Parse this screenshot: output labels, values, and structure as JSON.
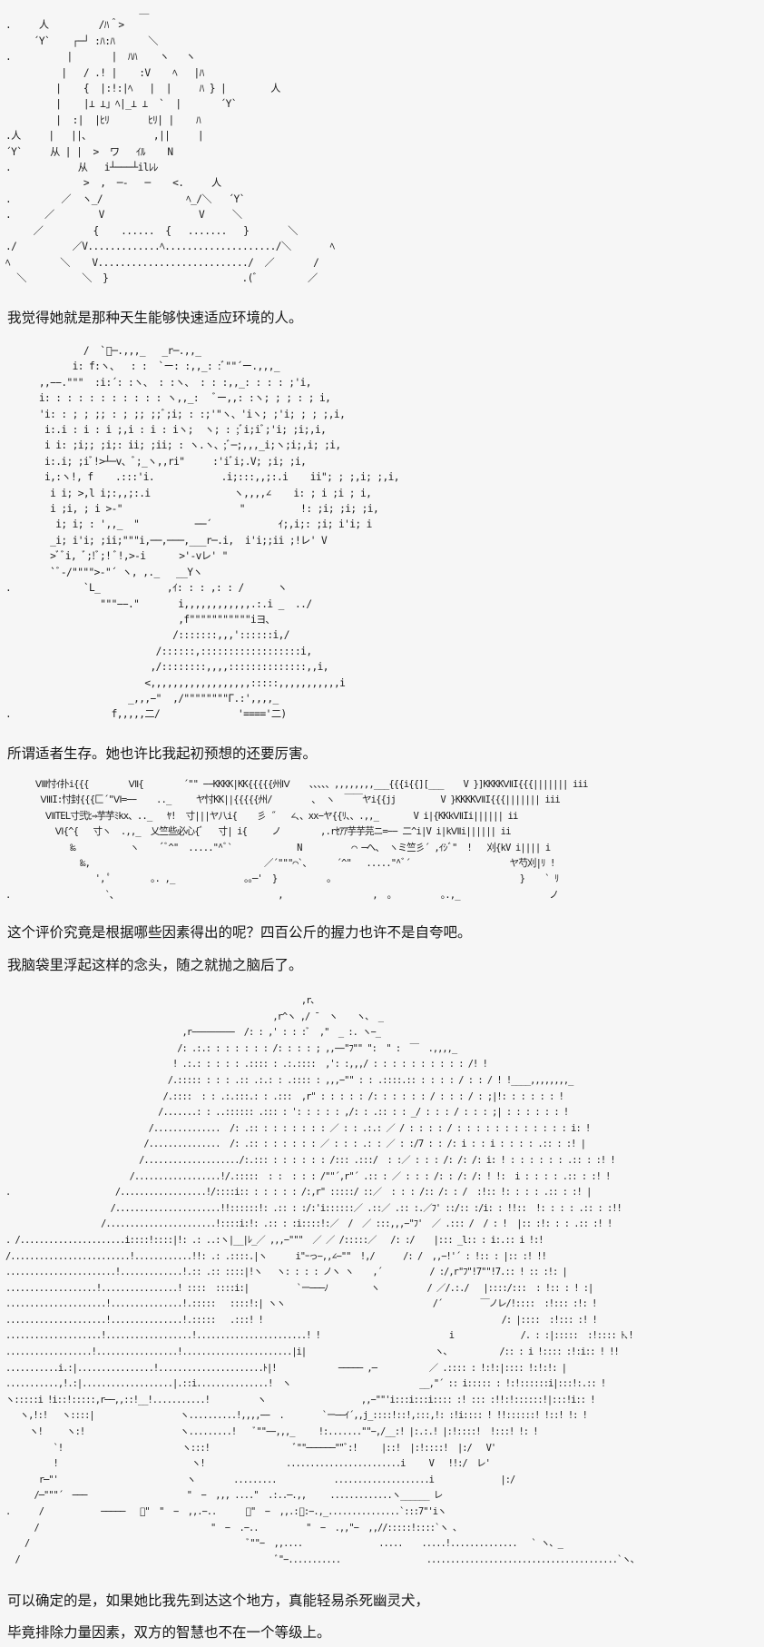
{
  "art_blocks": [
    {
      "id": "art-girl-cheer",
      "lines": [
        "                        ＿",
        ".     人         /ﾊ＾>",
        "     ´Y`    ┌─┘ :ﾊ:ﾊ      ＼",
        ".          |       |  ﾊﾊ    ヽ   ヽ",
        "          |   / .! |    :V    ﾍ   |ﾊ",
        "         |    {  |:!:|ﾍ   |  |     ﾊ } |        人",
        "         |    |⊥ ⊥」ﾍ|_⊥ ⊥  `  |       ´Y`",
        "         |  :|  |ﾋﾘ       ﾋﾘ| |    ﾊ",
        ".人     |   ||､            ,||     |",
        "´Y`     从 | |  >  ワ   ｲﾙ    N",
        ".            从   i┴───┴ilﾚﾚ",
        "              >  ,  ─‐   ─    <.     人",
        ".         ／  ヽ_/               ﾍ_/＼   ´Y`",
        ".      ／        V                 V     ＼",
        "     ／         {    ......  {   .......   }       ＼",
        "./          ／V.............ﾍ..................../＼       ﾍ",
        "ﾍ         ＼    V.........................../  ／       /",
        "  ＼          ＼  }                        .(ﾞ         ／"
      ]
    },
    {
      "id": "art-girl-standing",
      "lines": [
        "              /  `ﾞ─.,,,_   _r─.,,_",
        "            i: f:ヽ、  : :  `ー: :,,_: :ﾞ\"\"´ー.,,,_",
        "      ,,−−.\"\"\"  :i:´: :ヽ、 : :ヽ、 : : :,,_: : : : ;'i,",
        "      i: : : : : : : : : : : ヽ,,_:   ﾞー,,: :ヽ; ; ; : ; i,",
        "      'i: : ; ; ;; : ; ;; ;;ﾞ;i; : :;'\"ヽ、'iヽ; ;'i; ; ; ;,i,",
        "       i:.i : i : i ;,i : i : iヽ;  ヽ; : ;ﾞi;iﾞ;'i; ;i;,i,",
        "       i i: ;i;; ;i;: ii; ;ii; : ヽ.ヽ、;ﾞ─;,,,_i;ヽ;i;,i; ;i,",
        "       i:.i; ;iﾞ!>┴─v、ﾞ;_ヽ,,ri\"     :'iﾞi;.V; ;i; ;i,",
        "       i,:ヽ!, f    .:::'i.            .i;:::,,;:.i    ii\"; ; ;,i; ;,i,",
        "        i i; >,l i;:,,;:.i               ヽ,,,,∠    i: ; i ;i ; i,",
        "        i ;i, ; i >‐\"                     \"          !: ;i; ;i; ;i,",
        "         i; i; : ',,_  \"          ──´            ｲ;,i;: ;i; i'i; i",
        "        _i; i'i; ;ii;\"\"\"i,──,───,___r─.i,  i'i;;ii ;!レ' V",
        "        >ﾞﾞi, ﾞ;!ﾞ;! ﾞ!,>‐i      >'‐vレ' \"",
        "        `ﾞ‐/\"\"\"\">‐\"´ ヽ, ,._   __Yヽ",
        ".             `L_            ,ｲ: : : ,: : /      ヽ",
        "                 \"\"\"−−.\"       i,,,,,,,,,,,,.:.i _  ../",
        "                               ,f\"\"\"\"\"\"\"\"\"\"\"iヨ､",
        "                              /:::::::,,,'::::::i,/",
        "                           /::::::,::::::::::::::::::i,",
        "                          ,/::::::::,,,,::::::::::::::,,i,",
        "                         <,,,,,,,,,,,,,,,,,,:::::,,,,,,,,,,,i",
        "                      _,,,−\"  ,/\"\"\"\"\"\"\"\"Γ.:',,,,_",
        ".                  f,,,,,二/              '===='二)"
      ]
    },
    {
      "id": "art-crowd-hands",
      "lines": [
        "      Ⅷ忖ｲ扑i{{{        Ⅶ{        ´\"\" −−KKKK|KK{{{{{州Ⅳ    、、、、、,,,,,,,,___{{{i{{][___    V }]KKKKⅦI{{{||||||| iii",
        "       ⅧI:忖封{{{匚´\"Ⅵ=−−    .._     ヤ忖KK||{{{{{州/        ､  ヽ  ￣￣ヤi{{jj         V }KKKKⅦI{{{||||||| iii",
        "        ⅦTEL寸弐ﾋ⇒芋芋ﾐkx、.._   ﾔ!  寸|||ヤ八i{    彡 ˝   ∠、、xx−ヤ{{ﾘ、、.,,_       V i|{KKkⅦIi|||||| ii",
        "          Ⅵ{^{   寸ヽ  .,,_  乂竺些必心{ﾞ   寸| i{     ノ        ,.rｾｱｱ芋芋芫ニ=−− 二^i|V i|kⅦi|||||| ii",
        "             ‰           ヽ    ´ﾞ^\"  .....\"^ﾞ`             N          ⌒ ─へ、 ヽミ竺彡´ ,ｲｼﾞ\"  !   刈{kV i|||| i",
        "               ‰,                                   ／´\"\"\"⌒`、     ´^\"   .....\"^ﾞ´                    ヤ芍刈|ﾘ !",
        "                  ', ﾟ        ｡. ,_              ｡｡─'  }          ｡                                      }    ` ﾘ",
        ".                   `､                                 ,                  ,  ｡          ｡.,_                  ノ"
      ]
    },
    {
      "id": "art-girl-closeup",
      "lines": [
        "                                                              ,r､",
        "                                                        ,r^ヽ ,/ ¯  ヽ    ヽ、 _",
        "                                     ,r−−−−−−−−−  /: : ,' : : :ﾞ  ,\"  _ :. ヽ−_",
        "                                    /: .:.: : : : : : : /: : : : ; ,,−−\"ﾌ\"\" \":  \" :  ￣  .,,,,_",
        "                                   ! .:.: : : : : .:::: : .:.::::  ,': :,,,/ : : : : : : : : : : /! !",
        "                                  /.::::: : : : .:: .:.: : .:::: : ,,,−\"\" : : .::::.:: : : : : / : : / ! !____,,,,,,,,_",
        "                                 /.::::  : : .:.:::.: : .:::  ,r\" : : : : : /: : : : : : / : : : / : ;|!: : : : : : !",
        "                                /.......: : ..:::::: .::: : ': : : : : ,/: : .:: : : _/ : : : / : : : ;| : : : : : : !",
        "                              /..............  /: .:: : : : : : : : ／ : : .:.: ／ / : : : : / : : : : : : : : : : : : i: !",
        "                             /...............  /: .:: : : : : : : ／ : : : .: : ／ : :/7 : : /: i : : i : : : : .:: : :! |",
        "                            /..................../:.::: : : : : : : /::: .:::/  : :／ : : : /: /: /: i: ! : : : : : : .:: : :! !",
        "                          /..................!/.:::::  : :  : : : /\"\"´,r\"´ .:: : ／ : : : /: : /: /: ! !:  i : : : : .:: : :! !",
        ".                      /..................!/::::i:: : : : : : /:,r\" :::::/ ::／  : : : /:: /: : /  :!:: !: : : : .:: : :! |",
        "                      /......................!!::::::!: .:: : :/:'i::::::／ .::／ .:: :.／ﾌ' ::/:: :/i: : !!::  !: : : : .:: : :!!",
        "                    /.......................!::::i:!: .:: : :i::::!:／  /  ／ :::,,,−\"ﾌ'  ／ .::: /  / : !  |:: :!: : : .:: :! !",
        ". /......................i::::!::::|!: .: ..:ヽ|__|ﾚ_／ ,,,−\"\"\"  ／ ／ /:::::／   /: :/    |::: _l:: : i:.:: i !:!",
        "/.........................!............!!: .: .::::.|ヽ      i\"ｰっ−,,∠−\"\"  !,/      /: /  ,,−!'´ : !:: : |:: :! !!",
        ".......................!.............!.:: .:: ::::|!ヽ   ヽ: : : : ノヽ ヽ    ,´          / :/,r\"ﾌ\"!7\"\"!7.:: ! :: :!: |",
        "...................!................! ::::  ::::i:|          `ー───ﾉ         ヽ          / ／/.:./   |::::/:::  : !:: : ! :|",
        ".....................!...............!.:::::   ::::!:| ヽヽ                               /´        ￣ノレ/!::::  :!::: :!: !",
        ".....................!...............!.:::::   .:::! !                                                  /: |::::  :!::: :! !",
        "....................!..................!.......................! !                           i              /. : :|:::::  :!:::: ﾄ､!",
        "..................!.................!.......................|i|                           ヽ、          /:: : i !:::: :!:i:: ! !!",
        "...........i.:|................!......................ﾄ|!             ───── ,─           ／ .:::: : !:!:|:::: !:!:!: |",
        "...........,!.:|...................|.::i...............!  ヽ                           __,\"´ :: i::::: : !:!::::::i|:::!:.:: !",
        "ヽ:::::i !i::!:::::,r──,,::!__!...........!          ヽ                    ,,−\"\"'i:::i:::i:::: :! ::: :!!:!::::::!|:::!i:: !",
        "   ヽ,!:!   ヽ::::|                  ヽ..........!,,,,−−  .        `ー──ｲ´,,j_::::!::!,:::,!: :!i:::: ! !!::::::! !::! !: !",
        "     ヽ!     ヽ:!                    ヽ.........!    ﾞ\"\"−−,,,_     !:.......\"\"−,/__:! |:.:.! |:!::::!  !:::! !: !",
        "          `!                         ヽ:::!                  ﾞ\"\"──────\"\"ﾞ:!     |::!  |:!::::!  |:/   V'",
        "          !                            ヽ!                 ........................i     V   !!:/  レ'",
        "       r─\"'                           ヽ        .........            ....................i              |:/",
        "      /─\"\"\"´  ───                     \"  −  ,,, ....\"  .:..─.,,     .............ヽ______ レ",
        ".      /            ─────   ﾞ\"  \"  −  ,,.−..      ﾞ\"  −  ,,.:ﾞ:−.,_...............`:::7\"'iヽ",
        "      /                                    \"  −  .−..          \"  −  .,,\"−  ,,//:::::!::::`ヽ 、",
        "    /                                              ﾞ\"\"−  ,,....                .....    .....!..............   ` ヽ、_",
        "  /                                                      ﾞ\"−...........                  ........................................`ヽ、"
      ]
    }
  ],
  "paragraphs": [
    "我觉得她就是那种天生能够快速适应环境的人。",
    "所谓适者生存。她也许比我起初预想的还要厉害。",
    "这个评价究竟是根据哪些因素得出的呢？四百公斤的握力也许不是自夸吧。",
    "我脑袋里浮起这样的念头，随之就抛之脑后了。",
    "可以确定的是，如果她比我先到达这个地方，真能轻易杀死幽灵犬，",
    "毕竟排除力量因素，双方的智慧也不在一个等级上。"
  ]
}
